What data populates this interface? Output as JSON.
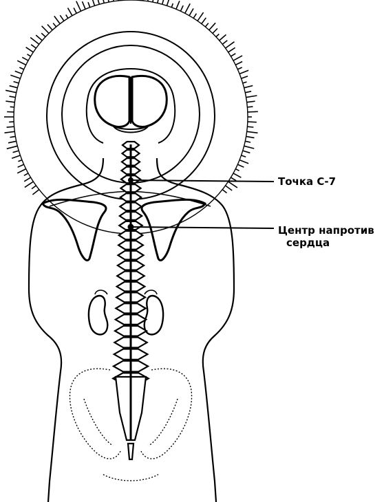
{
  "labels": {
    "c7_point": "Точка С-7",
    "heart_center_line1": "Центр напротив",
    "heart_center_line2": "сердца"
  },
  "colors": {
    "ink": "#000000",
    "paper": "#ffffff"
  }
}
